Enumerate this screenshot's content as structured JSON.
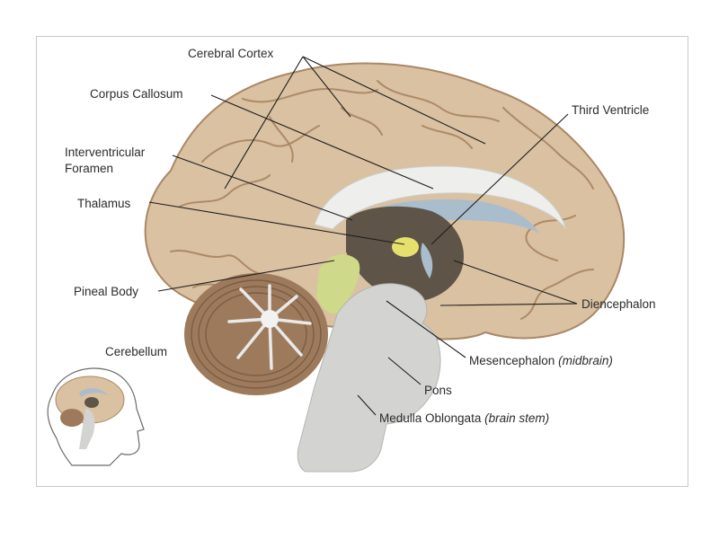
{
  "labels": {
    "cerebral_cortex": "Cerebral Cortex",
    "corpus_callosum": "Corpus Callosum",
    "interventricular_1": "Interventricular",
    "interventricular_2": "Foramen",
    "thalamus": "Thalamus",
    "pineal_body": "Pineal Body",
    "cerebellum": "Cerebellum",
    "third_ventricle": "Third Ventricle",
    "diencephalon": "Diencephalon",
    "mesencephalon": "Mesencephalon",
    "mesencephalon_note": "(midbrain)",
    "pons": "Pons",
    "medulla": "Medulla Oblongata",
    "medulla_note": "(brain stem)"
  },
  "colors": {
    "cortex": "#d9c1a2",
    "cortex_dark": "#b89672",
    "white_matter": "#eeeeec",
    "ventricle": "#a9bdcc",
    "diencephalon": "#5e5447",
    "thalamus": "#e6e06e",
    "pineal": "#cfd98a",
    "cerebellum": "#9d7a5c",
    "brainstem": "#d3d3d1"
  }
}
